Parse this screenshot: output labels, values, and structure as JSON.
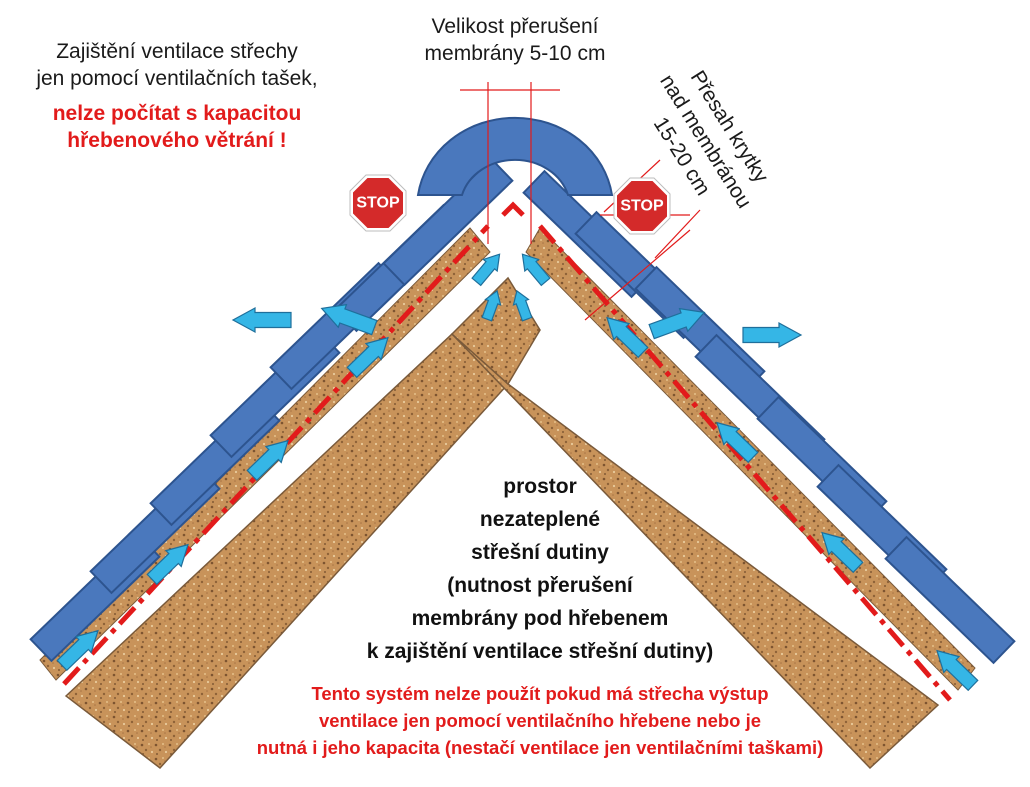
{
  "note_left": {
    "line1": "Zajištění ventilace střechy",
    "line2": "jen pomocí ventilačních tašek,",
    "warn1": "nelze počítat s kapacitou",
    "warn2": "hřebenového větrání !"
  },
  "gap_label": {
    "line1": "Velikost přerušení",
    "line2": "membrány 5-10 cm"
  },
  "overlap_label": {
    "line1": "Přesah krytky",
    "line2": "nad membránou",
    "line3": "15-20 cm"
  },
  "stop_signs": [
    "STOP",
    "STOP"
  ],
  "center_text": [
    "prostor",
    "nezateplené",
    "střešní dutiny",
    "(nutnost přerušení",
    "membrány pod hřebenem",
    "k zajištění ventilace střešní dutiny)"
  ],
  "bottom_note": [
    "Tento systém nelze použít pokud má střecha výstup",
    "ventilace jen pomocí ventilačního hřebene nebo je",
    "nutná i jeho kapacita (nestačí ventilace jen ventilačními taškami)"
  ],
  "colors": {
    "tile": "#4a78bd",
    "tile_stroke": "#2d548f",
    "insulation": "#c8935a",
    "arrow": "#35b6e6",
    "arrow_stroke": "#1f6f9b",
    "membrane": "#e21b1b",
    "stop": "#d42a2a",
    "text_red": "#e21b1b"
  }
}
